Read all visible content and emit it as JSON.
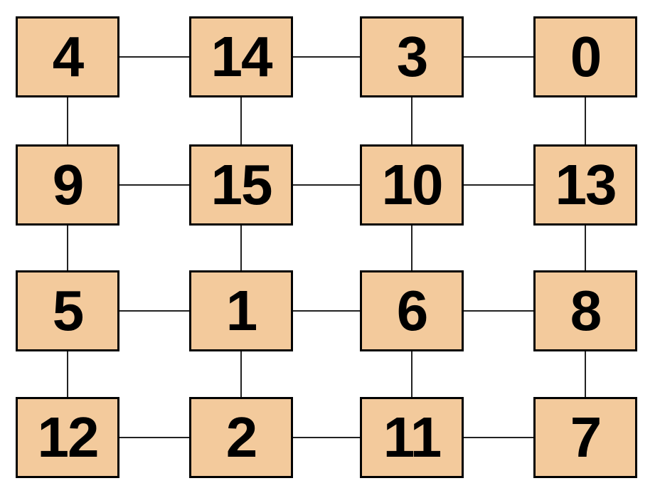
{
  "diagram": {
    "type": "grid-graph",
    "background_color": "#ffffff",
    "node_fill_color": "#f3ca9c",
    "node_border_color": "#000000",
    "edge_color": "#222222",
    "rows": 4,
    "cols": 4,
    "nodes": [
      {
        "label": "4",
        "row": 0,
        "col": 0
      },
      {
        "label": "14",
        "row": 0,
        "col": 1
      },
      {
        "label": "3",
        "row": 0,
        "col": 2
      },
      {
        "label": "0",
        "row": 0,
        "col": 3
      },
      {
        "label": "9",
        "row": 1,
        "col": 0
      },
      {
        "label": "15",
        "row": 1,
        "col": 1
      },
      {
        "label": "10",
        "row": 1,
        "col": 2
      },
      {
        "label": "13",
        "row": 1,
        "col": 3
      },
      {
        "label": "5",
        "row": 2,
        "col": 0
      },
      {
        "label": "1",
        "row": 2,
        "col": 1
      },
      {
        "label": "6",
        "row": 2,
        "col": 2
      },
      {
        "label": "8",
        "row": 2,
        "col": 3
      },
      {
        "label": "12",
        "row": 3,
        "col": 0
      },
      {
        "label": "2",
        "row": 3,
        "col": 1
      },
      {
        "label": "11",
        "row": 3,
        "col": 2
      },
      {
        "label": "7",
        "row": 3,
        "col": 3
      }
    ],
    "edges": [
      [
        "4",
        "14"
      ],
      [
        "14",
        "3"
      ],
      [
        "3",
        "0"
      ],
      [
        "9",
        "15"
      ],
      [
        "15",
        "10"
      ],
      [
        "10",
        "13"
      ],
      [
        "5",
        "1"
      ],
      [
        "1",
        "6"
      ],
      [
        "6",
        "8"
      ],
      [
        "12",
        "2"
      ],
      [
        "2",
        "11"
      ],
      [
        "11",
        "7"
      ],
      [
        "4",
        "9"
      ],
      [
        "9",
        "5"
      ],
      [
        "5",
        "12"
      ],
      [
        "14",
        "15"
      ],
      [
        "15",
        "1"
      ],
      [
        "1",
        "2"
      ],
      [
        "3",
        "10"
      ],
      [
        "10",
        "6"
      ],
      [
        "6",
        "11"
      ],
      [
        "0",
        "13"
      ],
      [
        "13",
        "8"
      ],
      [
        "8",
        "7"
      ]
    ]
  }
}
